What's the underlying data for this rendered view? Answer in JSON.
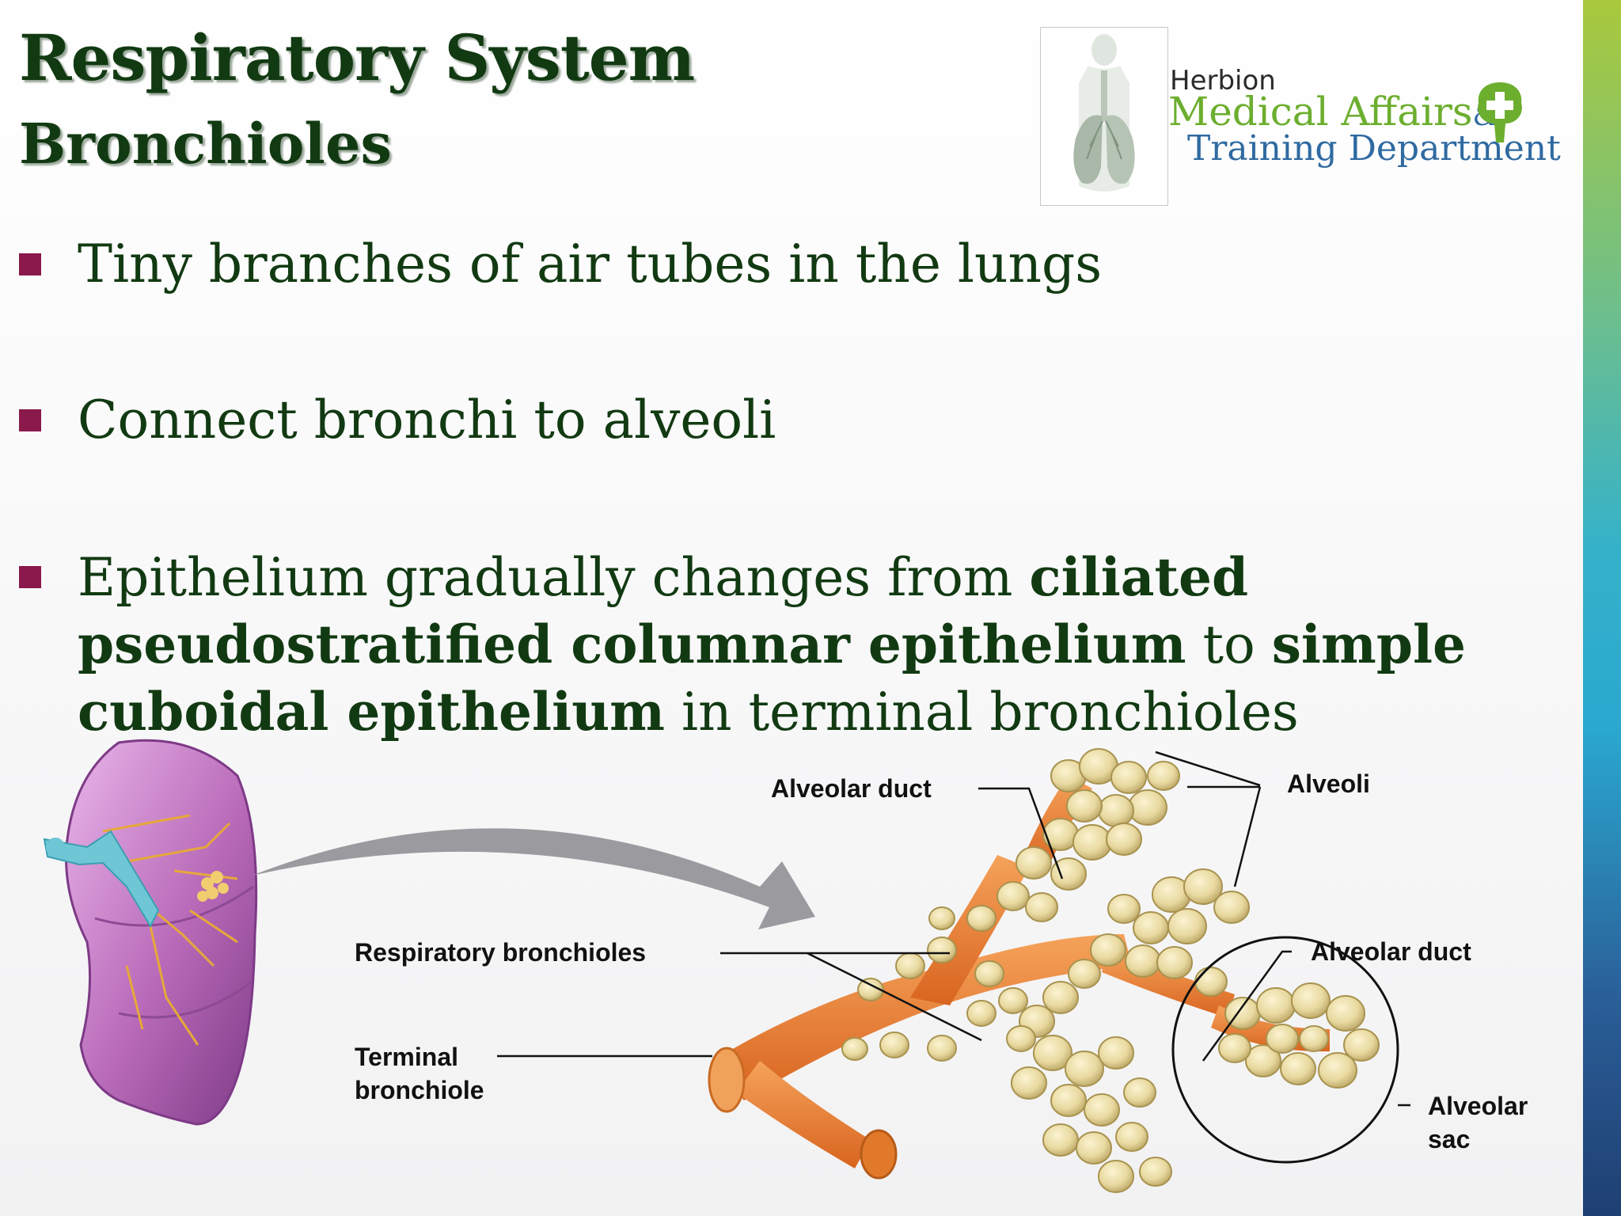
{
  "slide": {
    "title": "Respiratory System",
    "subtitle": "Bronchioles",
    "logo": {
      "brand": "Herbion",
      "line1": "Medical Affairs",
      "ampersand": "&",
      "line2": "Training Department",
      "icon": "lungs-silhouette-icon"
    },
    "bullets": [
      {
        "text": "Tiny branches of air tubes in the lungs"
      },
      {
        "text": "Connect bronchi to alveoli"
      },
      {
        "parts": [
          "Epithelium gradually changes from ",
          "ciliated pseudostratified columnar epithelium",
          " to ",
          "simple cuboidal epithelium",
          " in terminal bronchioles"
        ]
      }
    ],
    "figure": {
      "labels": {
        "alveolar_duct_top": "Alveolar duct",
        "alveoli": "Alveoli",
        "respiratory_bronchioles": "Respiratory bronchioles",
        "alveolar_duct_right": "Alveolar duct",
        "terminal_line1": "Terminal",
        "terminal_line2": "bronchiole",
        "sac_line1": "Alveolar",
        "sac_line2": "sac"
      }
    },
    "colors": {
      "title": "#123a12",
      "bullet_marker": "#8a1a4b",
      "bronchiole": "#e8822e",
      "alveoli": "#efe2b0",
      "lung": "#b06ab5"
    }
  }
}
